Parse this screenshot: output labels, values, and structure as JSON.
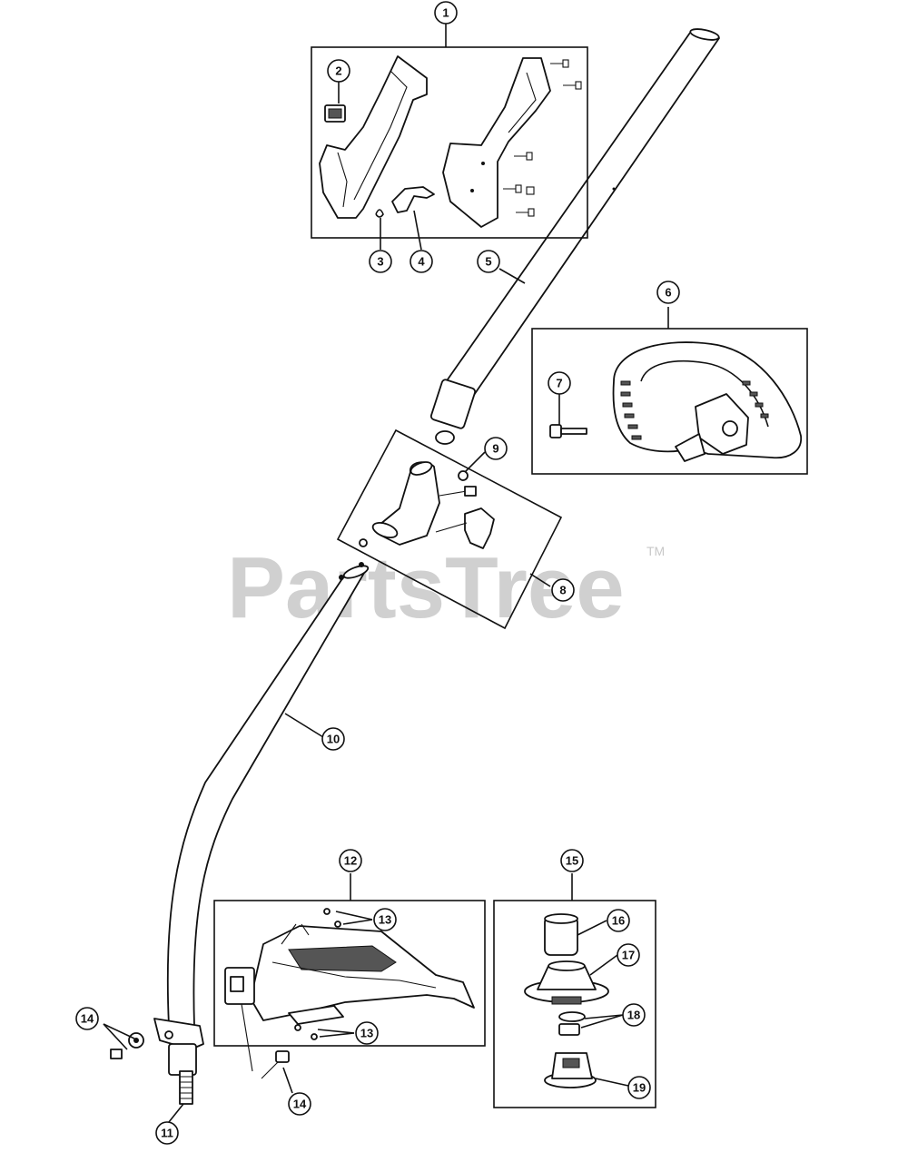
{
  "watermark": {
    "brand": "PartsTree",
    "mark": "TM"
  },
  "callouts": [
    "1",
    "2",
    "3",
    "4",
    "5",
    "6",
    "7",
    "8",
    "9",
    "10",
    "11",
    "12",
    "13",
    "13",
    "14",
    "14",
    "15",
    "16",
    "17",
    "18",
    "19"
  ]
}
